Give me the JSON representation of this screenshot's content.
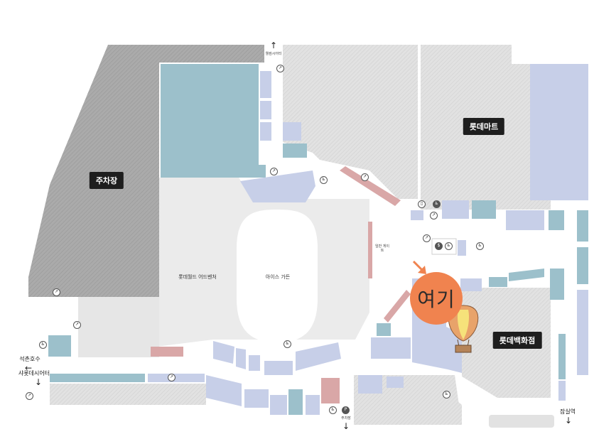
{
  "labels": {
    "parking": "주차장",
    "lotte_mart": "롯데마트",
    "lotte_world_adventure": "롯데월드 어드벤처",
    "ice_garden": "아이스 가든",
    "lotte_department_store": "롯데백화점",
    "here": "여기",
    "seokchon_lake": "석촌호수",
    "sa_lotte_city": "샤롯데시어터",
    "jamsil_station": "잠실역",
    "parking_lot_bottom": "주차장",
    "top_exit": "웰컴시어터",
    "small_corridor": "임반 게이트"
  },
  "arrows": {
    "up": "↑",
    "down": "↓",
    "left": "←"
  },
  "icons": [
    "escalator-icon",
    "restroom-icon",
    "elevator-icon",
    "atm-icon",
    "info-icon",
    "parking-icon",
    "accessible-icon"
  ],
  "colors": {
    "parking_gray": "#a9a9a9",
    "store_gray": "#dedede",
    "plaza_light": "#ebebeb",
    "teal": "#9cc0cb",
    "lavender": "#c7cfe8",
    "pink": "#d9a7a7",
    "here_orange": "#f0834f"
  }
}
